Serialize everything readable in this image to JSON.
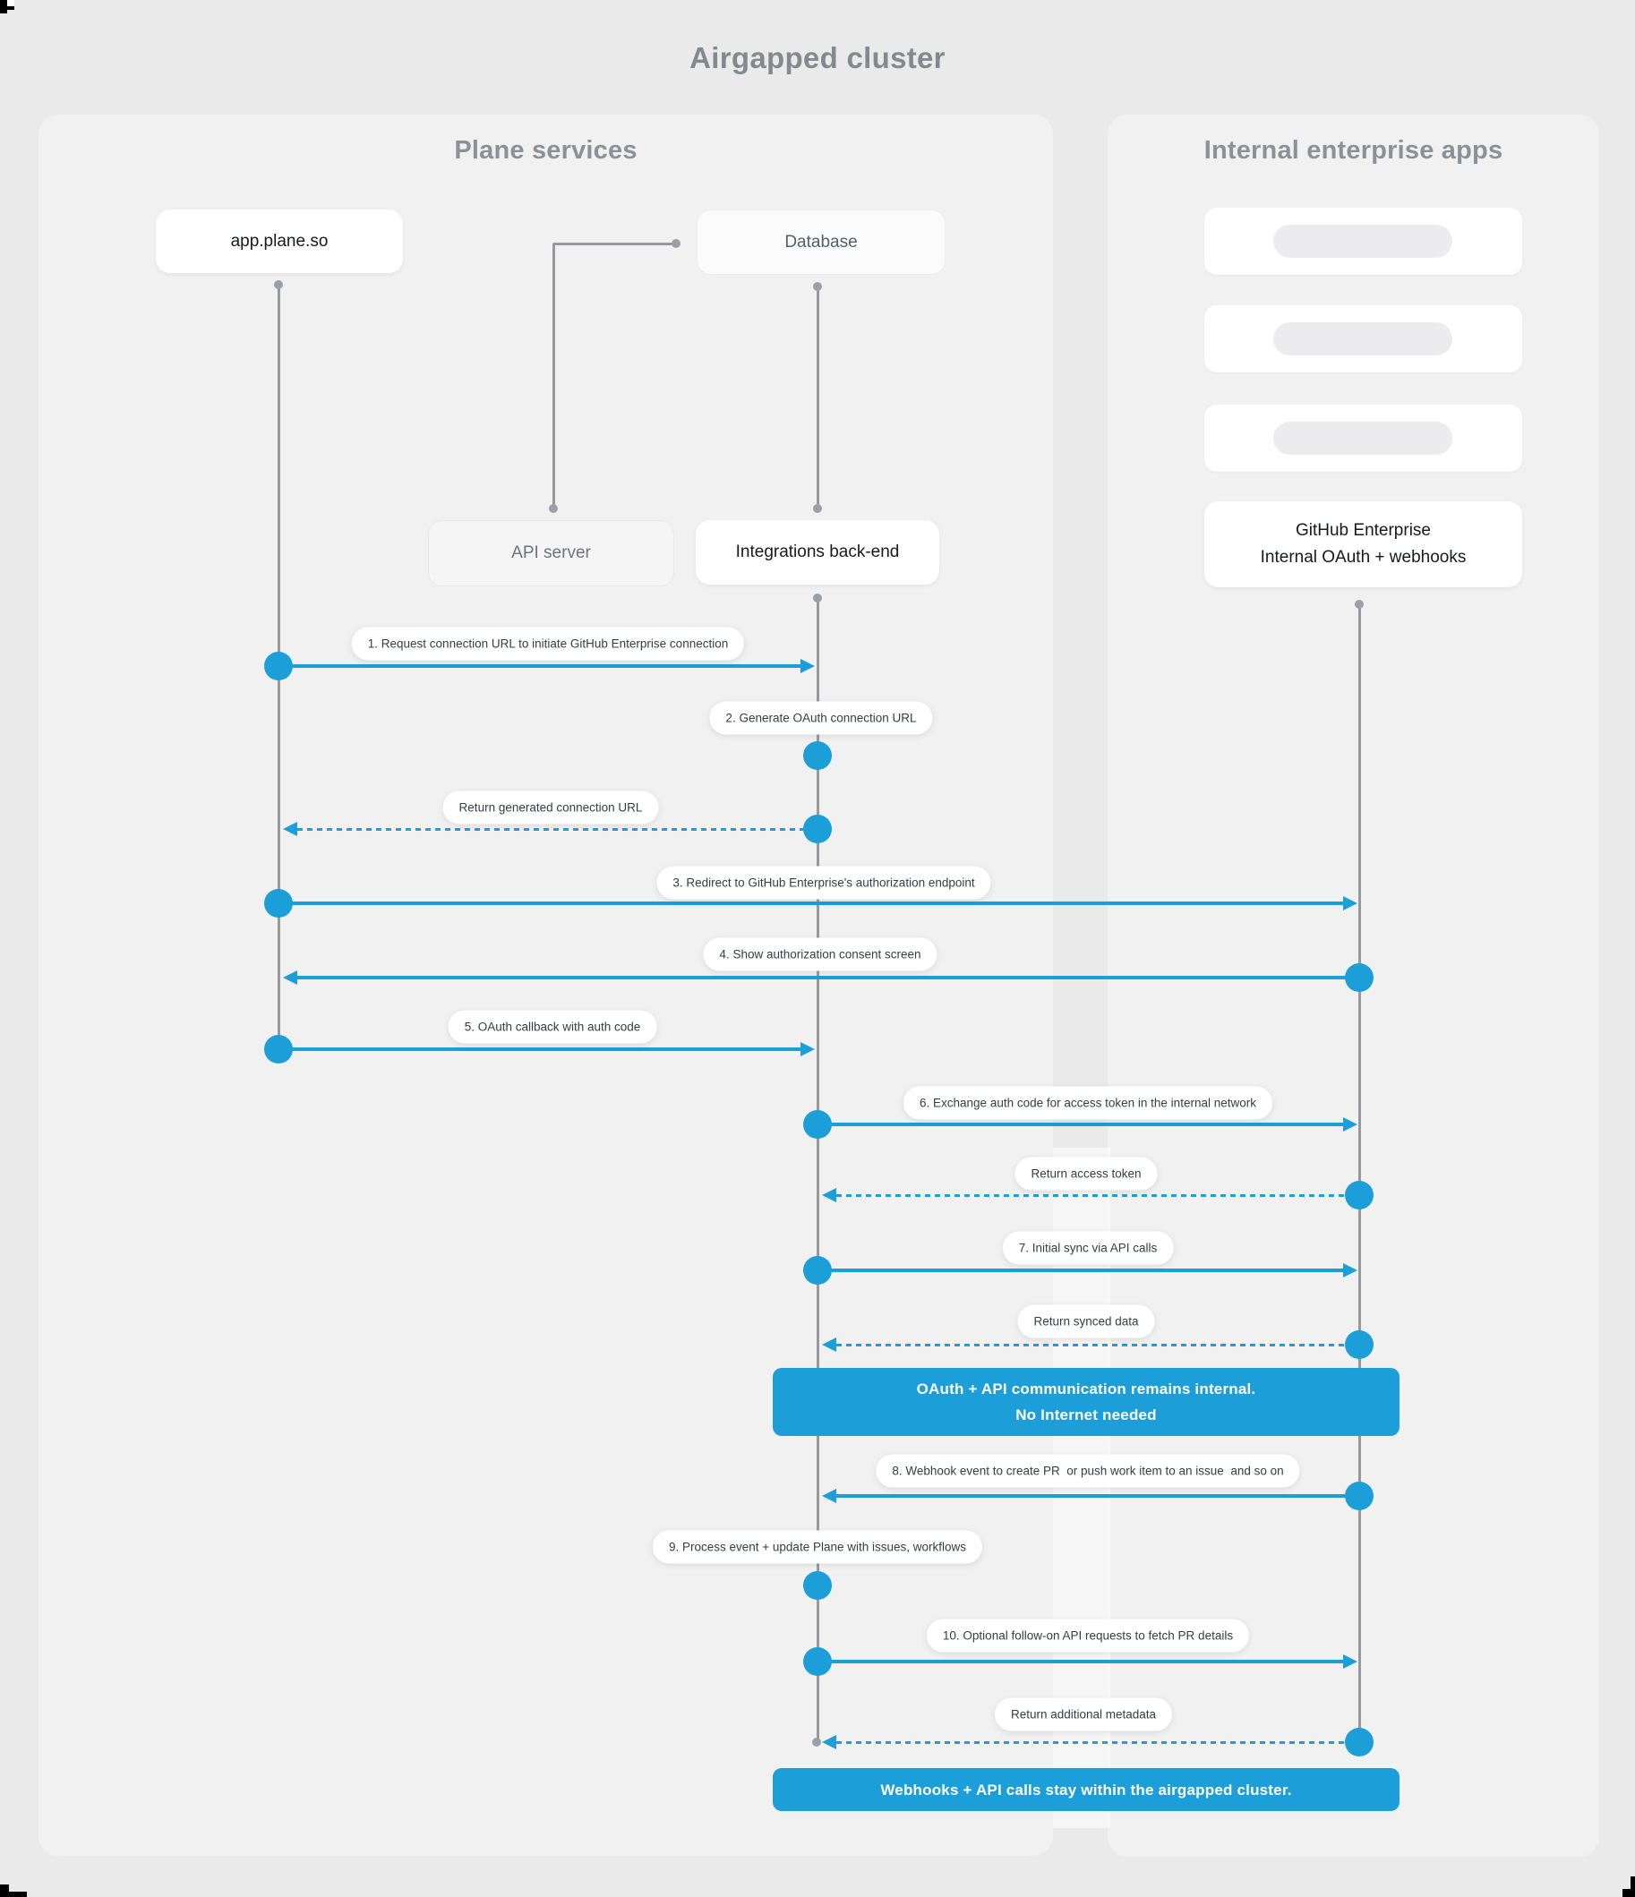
{
  "title": "Airgapped cluster",
  "colors": {
    "accent_blue": "#1C9ED9"
  },
  "panels": {
    "plane": {
      "header": "Plane services"
    },
    "internal": {
      "header": "Internal enterprise apps",
      "placeholder_cards": 3
    }
  },
  "nodes": {
    "app": {
      "label": "app.plane.so"
    },
    "database": {
      "label": "Database"
    },
    "api_server": {
      "label": "API server"
    },
    "integrations": {
      "label": "Integrations back-end"
    },
    "github": {
      "line1": "GitHub Enterprise",
      "line2": "Internal OAuth + webhooks"
    }
  },
  "messages": [
    {
      "label": "1. Request connection URL to initiate GitHub Enterprise connection",
      "from": "app.plane.so",
      "to": "Integrations back-end",
      "style": "solid"
    },
    {
      "label": "2. Generate OAuth connection URL",
      "from": "Integrations back-end",
      "to": "Integrations back-end",
      "style": "self"
    },
    {
      "label": "Return generated connection URL",
      "from": "Integrations back-end",
      "to": "app.plane.so",
      "style": "dashed"
    },
    {
      "label": "3. Redirect to GitHub Enterprise's authorization endpoint",
      "from": "app.plane.so",
      "to": "GitHub Enterprise",
      "style": "solid"
    },
    {
      "label": "4. Show authorization consent screen",
      "from": "GitHub Enterprise",
      "to": "app.plane.so",
      "style": "solid"
    },
    {
      "label": "5. OAuth callback with auth code",
      "from": "app.plane.so",
      "to": "Integrations back-end",
      "style": "solid"
    },
    {
      "label": "6. Exchange auth code for access token in the internal network",
      "from": "Integrations back-end",
      "to": "GitHub Enterprise",
      "style": "solid"
    },
    {
      "label": "Return access token",
      "from": "GitHub Enterprise",
      "to": "Integrations back-end",
      "style": "dashed"
    },
    {
      "label": "7. Initial sync via API calls",
      "from": "Integrations back-end",
      "to": "GitHub Enterprise",
      "style": "solid"
    },
    {
      "label": "Return synced data",
      "from": "GitHub Enterprise",
      "to": "Integrations back-end",
      "style": "dashed"
    },
    {
      "label": "8. Webhook event to create PR  or push work item to an issue  and so on",
      "from": "GitHub Enterprise",
      "to": "Integrations back-end",
      "style": "solid"
    },
    {
      "label": "9. Process event + update Plane with issues, workflows",
      "from": "Integrations back-end",
      "to": "Integrations back-end",
      "style": "self"
    },
    {
      "label": "10. Optional follow-on API requests to fetch PR details",
      "from": "Integrations back-end",
      "to": "GitHub Enterprise",
      "style": "solid"
    },
    {
      "label": "Return additional metadata",
      "from": "GitHub Enterprise",
      "to": "Integrations back-end",
      "style": "dashed"
    }
  ],
  "banners": [
    {
      "line1": "OAuth + API communication remains internal.",
      "line2": "No Internet needed"
    },
    {
      "line1": "Webhooks + API calls stay within the airgapped cluster."
    }
  ]
}
